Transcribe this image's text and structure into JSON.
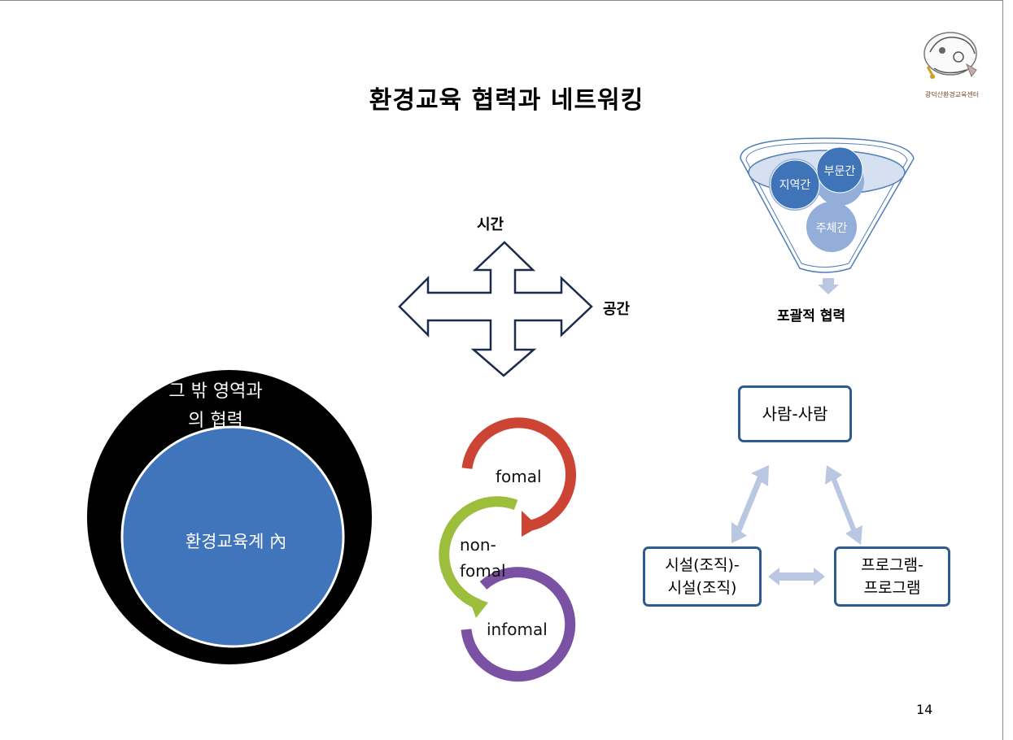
{
  "title": "환경교육 협력과 네트워킹",
  "page_number": "14",
  "logo": {
    "caption": "광덕산환경교육센터"
  },
  "time_space": {
    "time_label": "시간",
    "space_label": "공간"
  },
  "funnel": {
    "circles": [
      "지역간",
      "부문간",
      "주체간"
    ],
    "result_label": "포괄적 협력",
    "colors": {
      "dark": "#3f74b8",
      "light": "#93afd9"
    }
  },
  "circles_diagram": {
    "outer_label": "그 밖 영역과\n의 협력",
    "inner_label": "환경교육계 內",
    "colors": {
      "outer": "#000000",
      "inner": "#4075bb"
    }
  },
  "cycle": {
    "items": [
      "fomal",
      "non-\nfomal",
      "infomal"
    ],
    "colors": [
      "#cc4433",
      "#9dbe3c",
      "#7b52a3"
    ]
  },
  "network": {
    "top": "사람-사람",
    "left": "시설(조직)-\n시설(조직)",
    "right": "프로그램-\n프로그램",
    "border_color": "#2e5c8f",
    "arrow_color": "#b9c7e2"
  }
}
